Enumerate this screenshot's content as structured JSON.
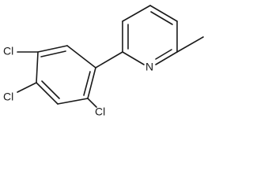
{
  "molecule": {
    "atoms": {
      "cl_top": "Cl",
      "cl_middle": "Cl",
      "cl_bottom_right": "Cl",
      "n_pyridine": "N"
    }
  }
}
